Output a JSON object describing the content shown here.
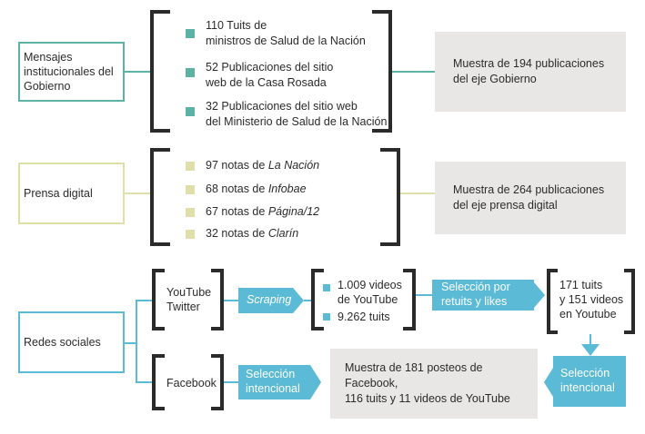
{
  "colors": {
    "gobierno": "#5cb3a3",
    "prensa": "#dfe0a9",
    "redes": "#5bbad6",
    "muestra_bg": "#e8e7e6"
  },
  "gobierno": {
    "label": "Mensajes institucionales del Gobierno",
    "item1_l1": "110 Tuits de",
    "item1_l2": "ministros de Salud de la Nación",
    "item2_l1": "52 Publicaciones del sitio",
    "item2_l2": "web de la Casa Rosada",
    "item3_l1": "32 Publicaciones del sitio web",
    "item3_l2": "del Ministerio de Salud de la Nación",
    "muestra_l1": "Muestra de 194 publicaciones",
    "muestra_l2": "del eje Gobierno"
  },
  "prensa": {
    "label": "Prensa digital",
    "item1_pre": "97 notas de ",
    "item1_med": "La Nación",
    "item2_pre": "68 notas de ",
    "item2_med": "Infobae",
    "item3_pre": "67 notas de ",
    "item3_med": "Página/12",
    "item4_pre": "32 notas de ",
    "item4_med": "Clarín",
    "muestra_l1": "Muestra de 264 publicaciones",
    "muestra_l2": "del eje prensa digital"
  },
  "redes": {
    "label": "Redes sociales",
    "yt": "YouTube",
    "tw": "Twitter",
    "scraping": "Scraping",
    "videos_l1": "1.009 videos",
    "videos_l2": "de YouTube",
    "tuits": "9.262 tuits",
    "seleccion_l1": "Selección por",
    "seleccion_l2": "retuits y likes",
    "res_l1": "171 tuits",
    "res_l2": "y 151 videos",
    "res_l3": "en Youtube",
    "facebook": "Facebook",
    "sel_int_l1": "Selección",
    "sel_int_l2": "intencional",
    "sel_int2_l1": "Selección",
    "sel_int2_l2": "intencional",
    "muestra_l1": "Muestra de 181 posteos de Facebook,",
    "muestra_l2": "116 tuits y 11 videos de YouTube"
  }
}
